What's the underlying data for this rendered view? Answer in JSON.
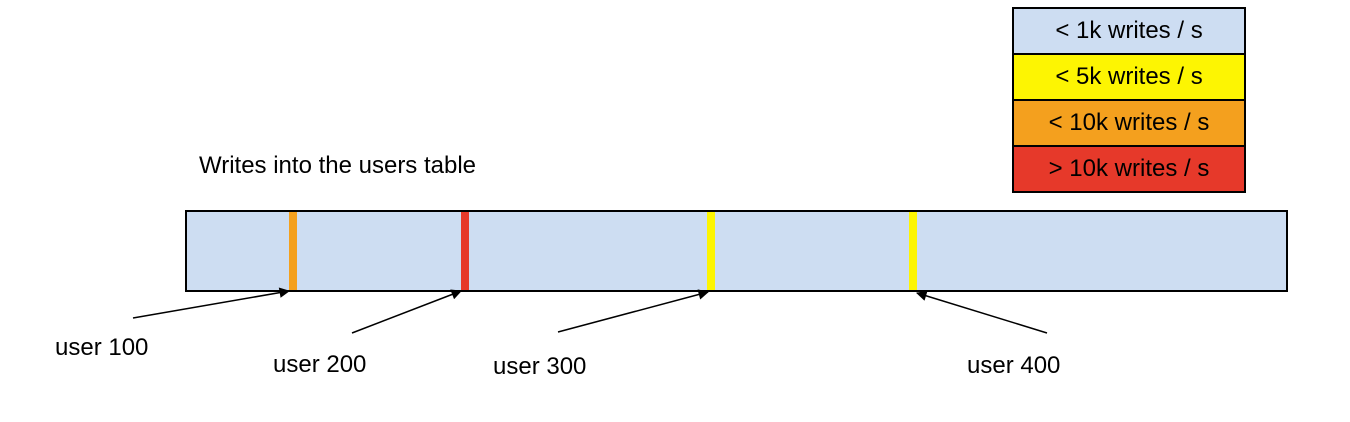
{
  "title": "Writes into the users table",
  "legend": {
    "items": [
      {
        "label": "< 1k writes / s",
        "color": "#cdddf2"
      },
      {
        "label": "< 5k writes / s",
        "color": "#fdf502"
      },
      {
        "label": "< 10k writes / s",
        "color": "#f4a01e"
      },
      {
        "label": "> 10k writes / s",
        "color": "#e6392a"
      }
    ]
  },
  "bar": {
    "fill": "#cdddf2",
    "stripes": [
      {
        "user": "user 100",
        "color": "#f4a01e"
      },
      {
        "user": "user 200",
        "color": "#e6392a"
      },
      {
        "user": "user 300",
        "color": "#fdf502"
      },
      {
        "user": "user 400",
        "color": "#fdf502"
      }
    ]
  }
}
